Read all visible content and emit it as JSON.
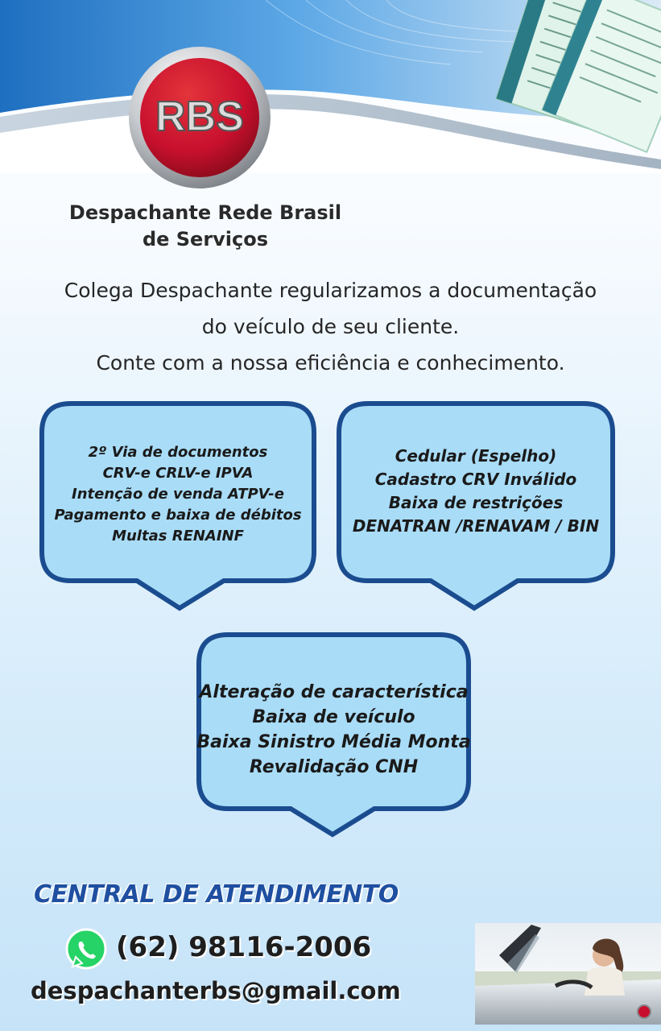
{
  "logo": {
    "text": "RBS"
  },
  "brand": {
    "line1": "Despachante Rede Brasil",
    "line2": "de Serviços"
  },
  "intro": {
    "line1": "Colega Despachante regularizamos a documentação",
    "line2": "do veículo de seu cliente.",
    "line3": "Conte com a nossa eficiência e conhecimento."
  },
  "bubbles": [
    {
      "lines": [
        "2º Via de documentos",
        "CRV-e CRLV-e IPVA",
        "Intenção de venda ATPV-e",
        "Pagamento e baixa de débitos",
        "Multas RENAINF"
      ]
    },
    {
      "lines": [
        "Cedular (Espelho)",
        "Cadastro CRV Inválido",
        "Baixa de restrições",
        "DENATRAN /RENAVAM / BIN"
      ]
    },
    {
      "lines": [
        "Alteração de característica",
        "Baixa de veículo",
        "Baixa Sinistro Média Monta",
        "Revalidação CNH"
      ]
    }
  ],
  "contact": {
    "heading": "CENTRAL DE ATENDIMENTO",
    "phone": "(62) 98116-2006",
    "email": "despachanterbs@gmail.com",
    "phone_icon": "whatsapp-icon"
  },
  "colors": {
    "logo_red": "#c8102e",
    "bubble_fill": "#a9dcf7",
    "bubble_border": "#1a4c8f",
    "heading_blue": "#1f4fa0",
    "whatsapp_green": "#25d366"
  }
}
